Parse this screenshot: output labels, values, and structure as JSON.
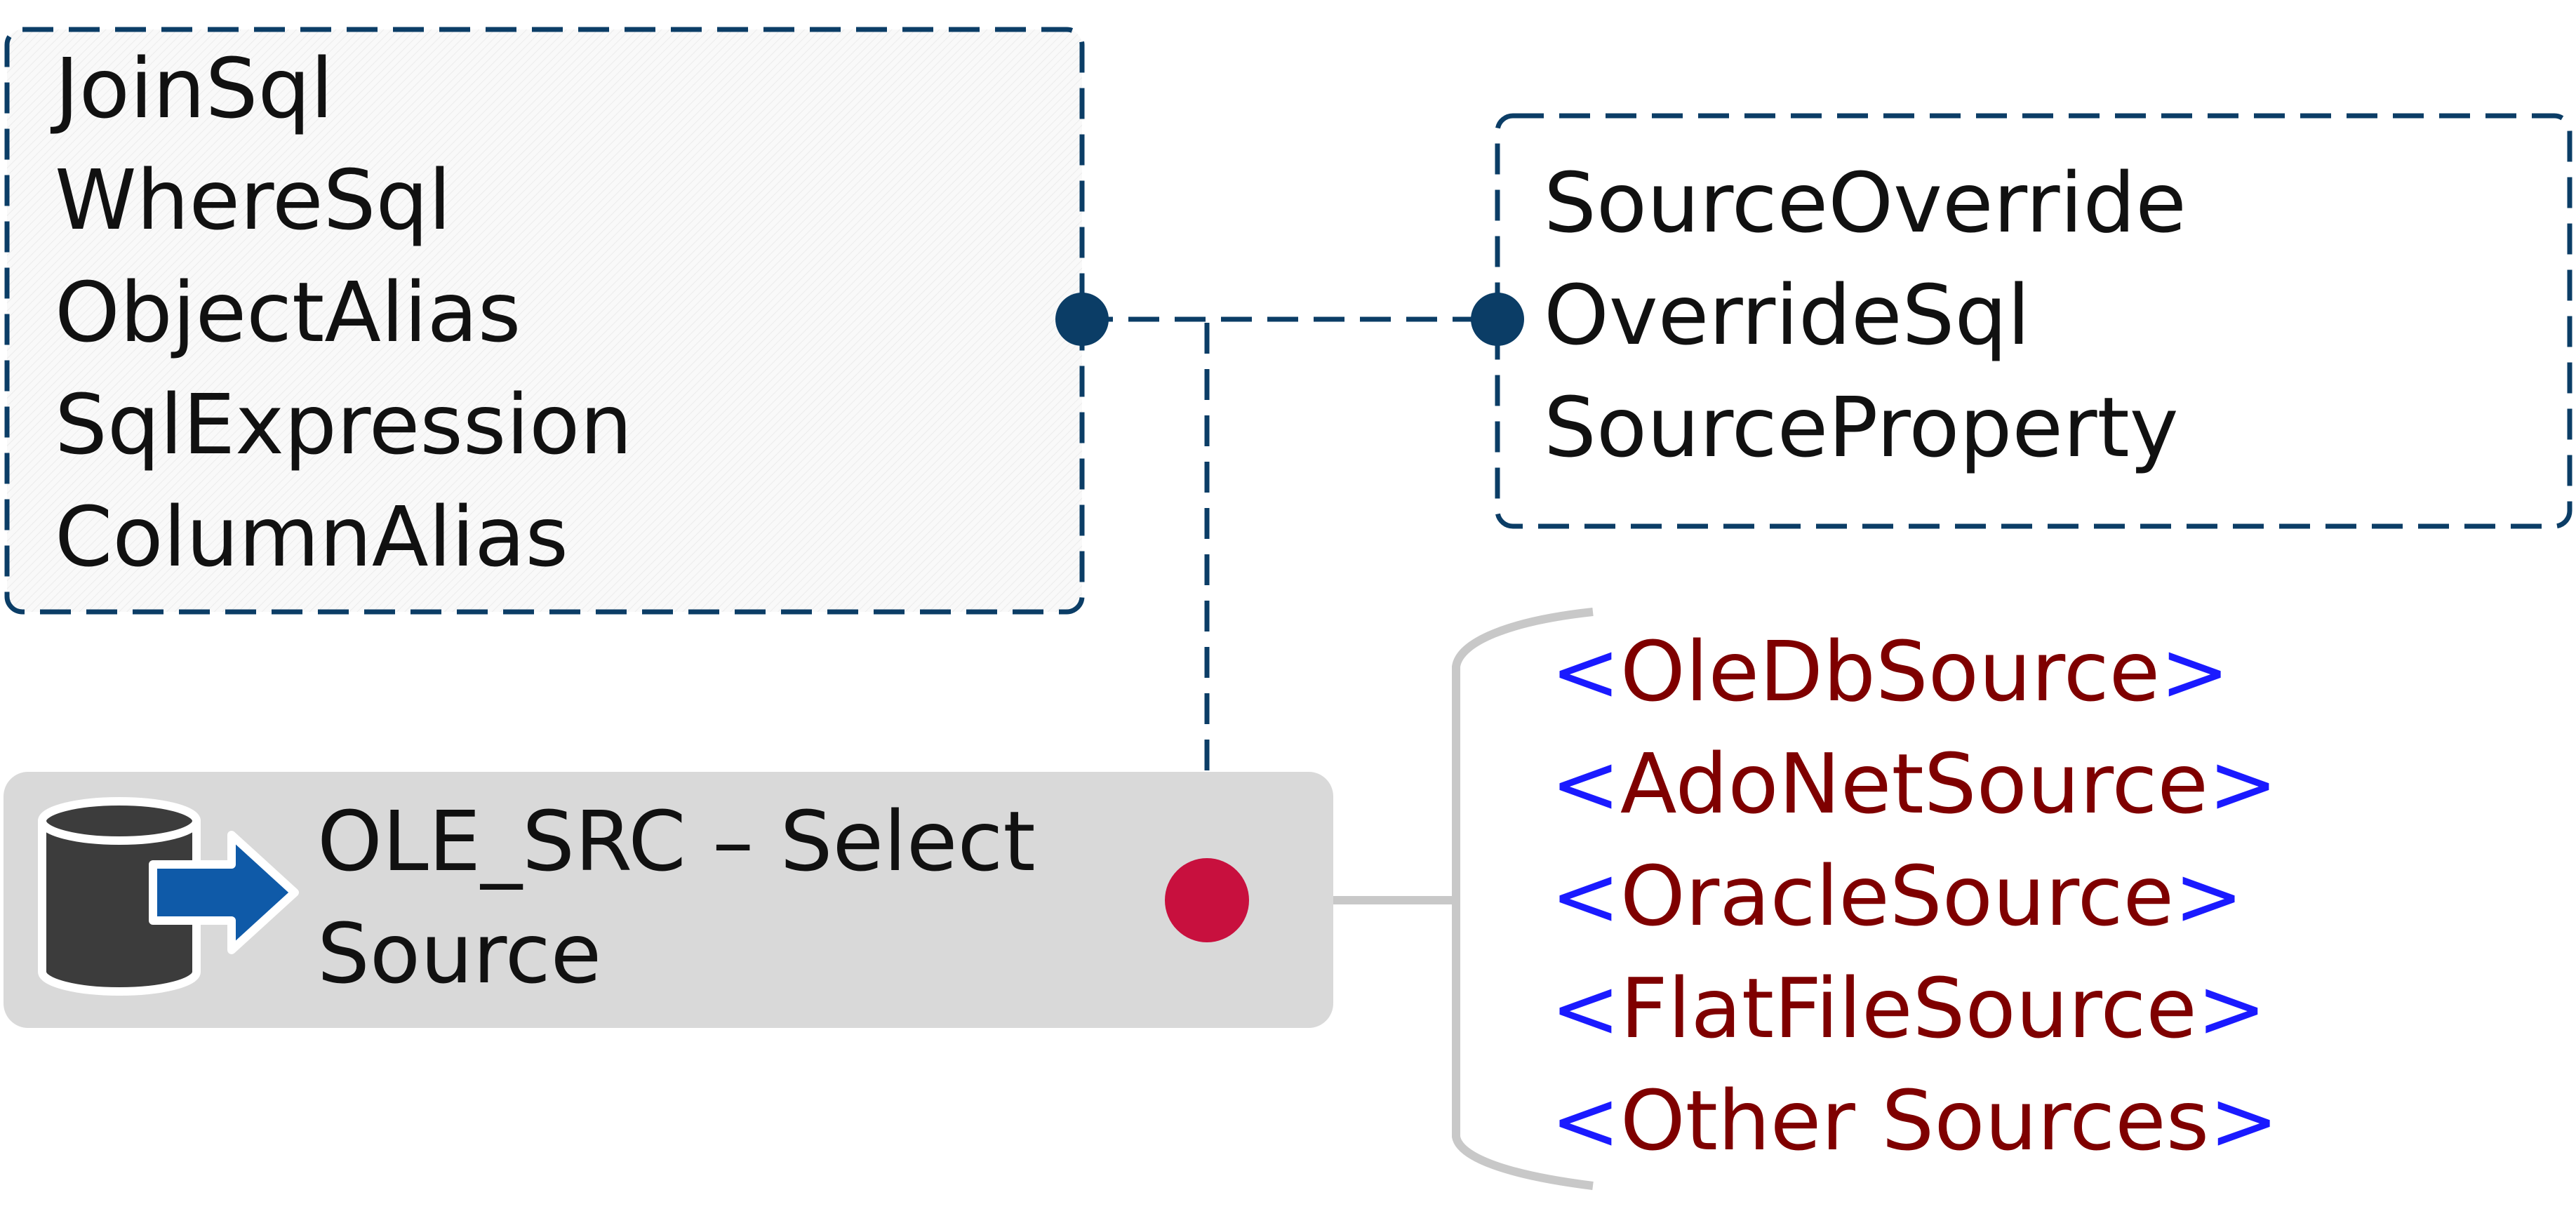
{
  "left_box": {
    "items": [
      "JoinSql",
      "WhereSql",
      "ObjectAlias",
      "SqlExpression",
      "ColumnAlias"
    ]
  },
  "right_box": {
    "items": [
      "SourceOverride",
      "OverrideSql",
      "SourceProperty"
    ]
  },
  "task": {
    "title_line1": "OLE_SRC – Select",
    "title_line2": "Source",
    "icon": "database-export-icon"
  },
  "source_list": {
    "open_bracket": "<",
    "close_bracket": ">",
    "items": [
      "OleDbSource",
      "AdoNetSource",
      "OracleSource",
      "FlatFileSource",
      "Other Sources"
    ]
  },
  "colors": {
    "dash_line": "#0b3d66",
    "task_bg": "#d9d9d9",
    "red_dot": "#c8103e",
    "xml_bracket": "#1a1aff",
    "xml_name": "#7f0000",
    "brace": "#c8c8c8",
    "icon_blue": "#0f5aa8",
    "icon_dark": "#3c3c3c"
  }
}
